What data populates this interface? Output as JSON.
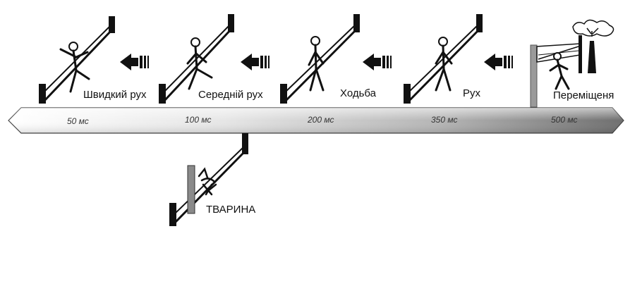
{
  "timeline": {
    "ticks": [
      "50 мс",
      "100 мс",
      "200 мс",
      "350 мс",
      "500 мс"
    ]
  },
  "stages": [
    {
      "label": "Швидкий рух"
    },
    {
      "label": "Середній рух"
    },
    {
      "label": "Ходьба"
    },
    {
      "label": "Рух"
    },
    {
      "label": "Переміщеня"
    }
  ],
  "animal": {
    "label": "ТВАРИНА"
  },
  "icons": {
    "arrow": "arrow-left-icon",
    "runner": "running-figure-icon",
    "motion_sensor": "motion-sensor-icon",
    "scene": "scene-tree-icon",
    "animal": "animal-figure-icon"
  }
}
